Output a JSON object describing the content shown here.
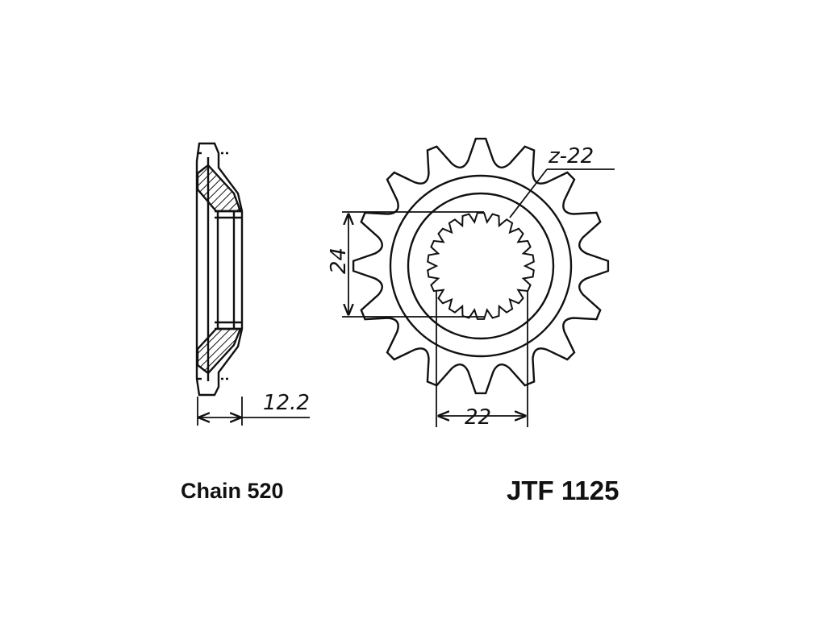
{
  "drawing": {
    "thickness_label": "12.2",
    "bore_height_label": "24",
    "bore_width_label": "22",
    "spline_count_label": "z-22",
    "sprocket_teeth": 16,
    "spline_teeth": 22
  },
  "captions": {
    "chain": "Chain 520",
    "part_number": "JTF 1125"
  }
}
